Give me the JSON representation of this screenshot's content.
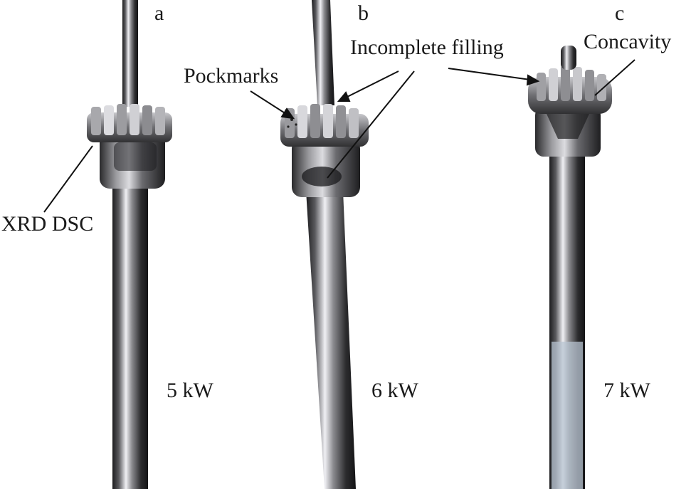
{
  "panels": [
    {
      "letter": "a",
      "power": "5 kW"
    },
    {
      "letter": "b",
      "power": "6 kW"
    },
    {
      "letter": "c",
      "power": "7 kW"
    }
  ],
  "annotations": {
    "xrd_dsc": "XRD DSC",
    "pockmarks": "Pockmarks",
    "incomplete_filling": "Incomplete filling",
    "concavity": "Concavity"
  },
  "colors": {
    "metal_dark": "#2a2a2c",
    "metal_mid": "#7a7a7e",
    "metal_light": "#e6e6ea",
    "oxide_patch": "#b8c4d2",
    "background": "#ffffff"
  }
}
